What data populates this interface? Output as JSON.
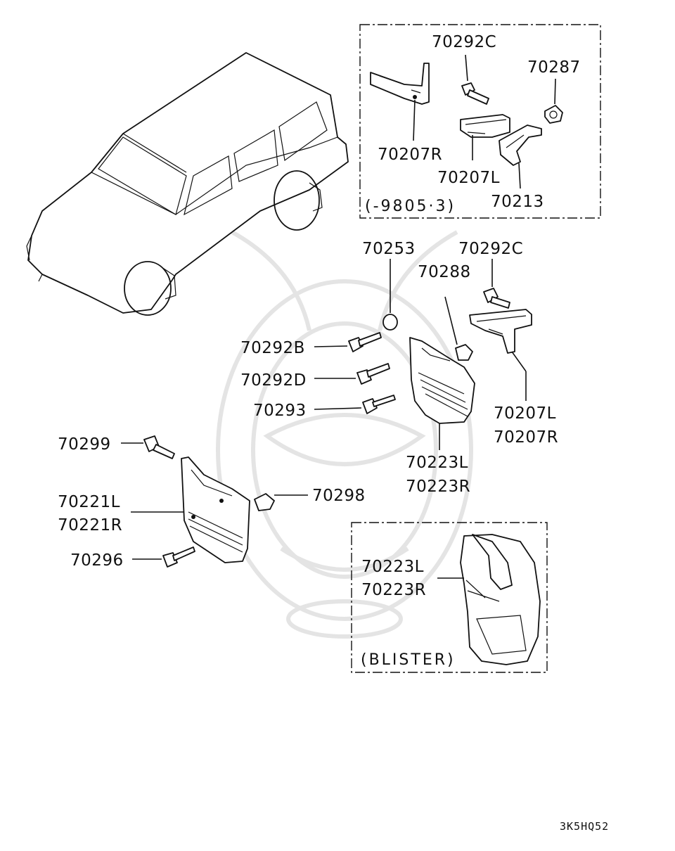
{
  "parts": {
    "p70292C_top": "70292C",
    "p70287": "70287",
    "p70207R_top": "70207R",
    "p70207L_top": "70207L",
    "p70213": "70213",
    "p70253": "70253",
    "p70292C_mid": "70292C",
    "p70288": "70288",
    "p70292B": "70292B",
    "p70292D": "70292D",
    "p70293": "70293",
    "p70207L_mid": "70207L",
    "p70207R_mid": "70207R",
    "p70223L": "70223L",
    "p70223R": "70223R",
    "p70299": "70299",
    "p70298": "70298",
    "p70221L": "70221L",
    "p70221R": "70221R",
    "p70296": "70296",
    "p70223L_blister": "70223L",
    "p70223R_blister": "70223R"
  },
  "notes": {
    "date_range": "(-9805·3)",
    "blister": "(BLISTER)"
  },
  "diagram_code": "3K5HQ52",
  "icons": [
    "vehicle-outline",
    "bracket",
    "bolt",
    "nut",
    "grommet",
    "mud-flap",
    "watermark-emblem"
  ]
}
